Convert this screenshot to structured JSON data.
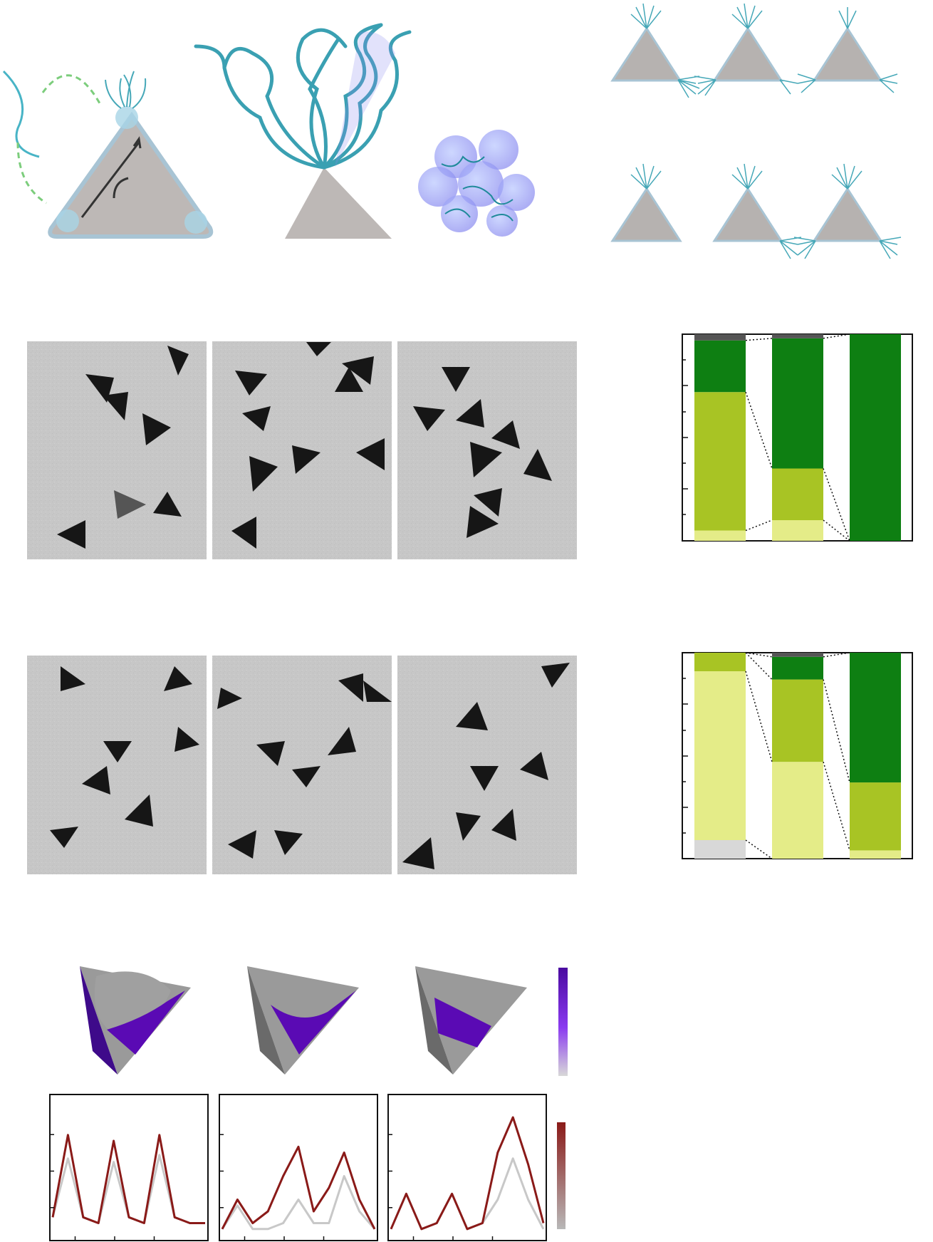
{
  "figure": {
    "panel_a": {
      "description_items": [
        "triangle-schematic",
        "polymer-chain-schematic",
        "collapsed-globule-schematic"
      ]
    },
    "panel_b": {
      "variants": [
        "1-tip",
        "2-tip",
        "3-tip",
        "1-tip",
        "2-tip",
        "3-tip"
      ]
    },
    "tem_row_1": {
      "images": 3
    },
    "tem_row_2": {
      "images": 3
    },
    "heatmap_row": {
      "models": 3
    },
    "colors": {
      "tem_background": "#c8c8c8",
      "particle": "#161616",
      "polymer_halo": "#9a9a9a",
      "dark_green": "#0e7f12",
      "olive_green": "#a8c424",
      "pale_yellow": "#e4ec88",
      "light_gray": "#d8d8d8",
      "dark_gray": "#555555",
      "purple": "#5a0ab4",
      "dark_red": "#8a1a18",
      "teal": "#48b4c6"
    }
  },
  "chart_data": [
    {
      "type": "bar",
      "stacked": true,
      "categories": [
        "",
        "",
        ""
      ],
      "ylim": [
        0,
        1
      ],
      "series": [
        {
          "values": [
            0.05,
            0.1,
            0.0
          ],
          "color": "#e4ec88"
        },
        {
          "values": [
            0.67,
            0.25,
            0.0
          ],
          "color": "#a8c424"
        },
        {
          "values": [
            0.25,
            0.63,
            1.0
          ],
          "color": "#0e7f12"
        },
        {
          "values": [
            0.03,
            0.02,
            0.0
          ],
          "color": "#555555"
        }
      ]
    },
    {
      "type": "bar",
      "stacked": true,
      "categories": [
        "",
        "",
        ""
      ],
      "ylim": [
        0,
        1
      ],
      "series": [
        {
          "values": [
            0.09,
            0.0,
            0.0
          ],
          "color": "#d8d8d8"
        },
        {
          "values": [
            0.82,
            0.47,
            0.04
          ],
          "color": "#e4ec88"
        },
        {
          "values": [
            0.09,
            0.4,
            0.33
          ],
          "color": "#a8c424"
        },
        {
          "values": [
            0.0,
            0.11,
            0.63
          ],
          "color": "#0e7f12"
        },
        {
          "values": [
            0.0,
            0.02,
            0.0
          ],
          "color": "#555555"
        }
      ]
    },
    {
      "type": "line",
      "x": [
        0,
        10,
        20,
        30,
        40,
        50,
        60,
        70,
        80,
        90,
        100
      ],
      "series": [
        {
          "values": [
            0.15,
            0.85,
            0.15,
            0.1,
            0.8,
            0.15,
            0.1,
            0.85,
            0.15,
            0.1,
            0.1
          ],
          "color": "#8a1a18"
        },
        {
          "values": [
            0.15,
            0.65,
            0.15,
            0.1,
            0.62,
            0.15,
            0.1,
            0.68,
            0.15,
            0.1,
            0.1
          ],
          "color": "#c8c8c8"
        }
      ]
    },
    {
      "type": "line",
      "x": [
        0,
        10,
        20,
        30,
        40,
        50,
        60,
        70,
        80,
        90,
        100
      ],
      "series": [
        {
          "values": [
            0.05,
            0.3,
            0.1,
            0.2,
            0.5,
            0.75,
            0.2,
            0.4,
            0.7,
            0.3,
            0.05
          ],
          "color": "#8a1a18"
        },
        {
          "values": [
            0.05,
            0.25,
            0.05,
            0.05,
            0.1,
            0.3,
            0.1,
            0.1,
            0.5,
            0.2,
            0.05
          ],
          "color": "#c8c8c8"
        }
      ]
    },
    {
      "type": "line",
      "x": [
        0,
        10,
        20,
        30,
        40,
        50,
        60,
        70,
        80,
        90,
        100
      ],
      "series": [
        {
          "values": [
            0.05,
            0.35,
            0.05,
            0.1,
            0.35,
            0.05,
            0.1,
            0.7,
            1.0,
            0.6,
            0.1
          ],
          "color": "#8a1a18"
        },
        {
          "values": [
            0.05,
            0.35,
            0.05,
            0.1,
            0.35,
            0.05,
            0.1,
            0.3,
            0.65,
            0.3,
            0.05
          ],
          "color": "#c8c8c8"
        }
      ]
    }
  ]
}
